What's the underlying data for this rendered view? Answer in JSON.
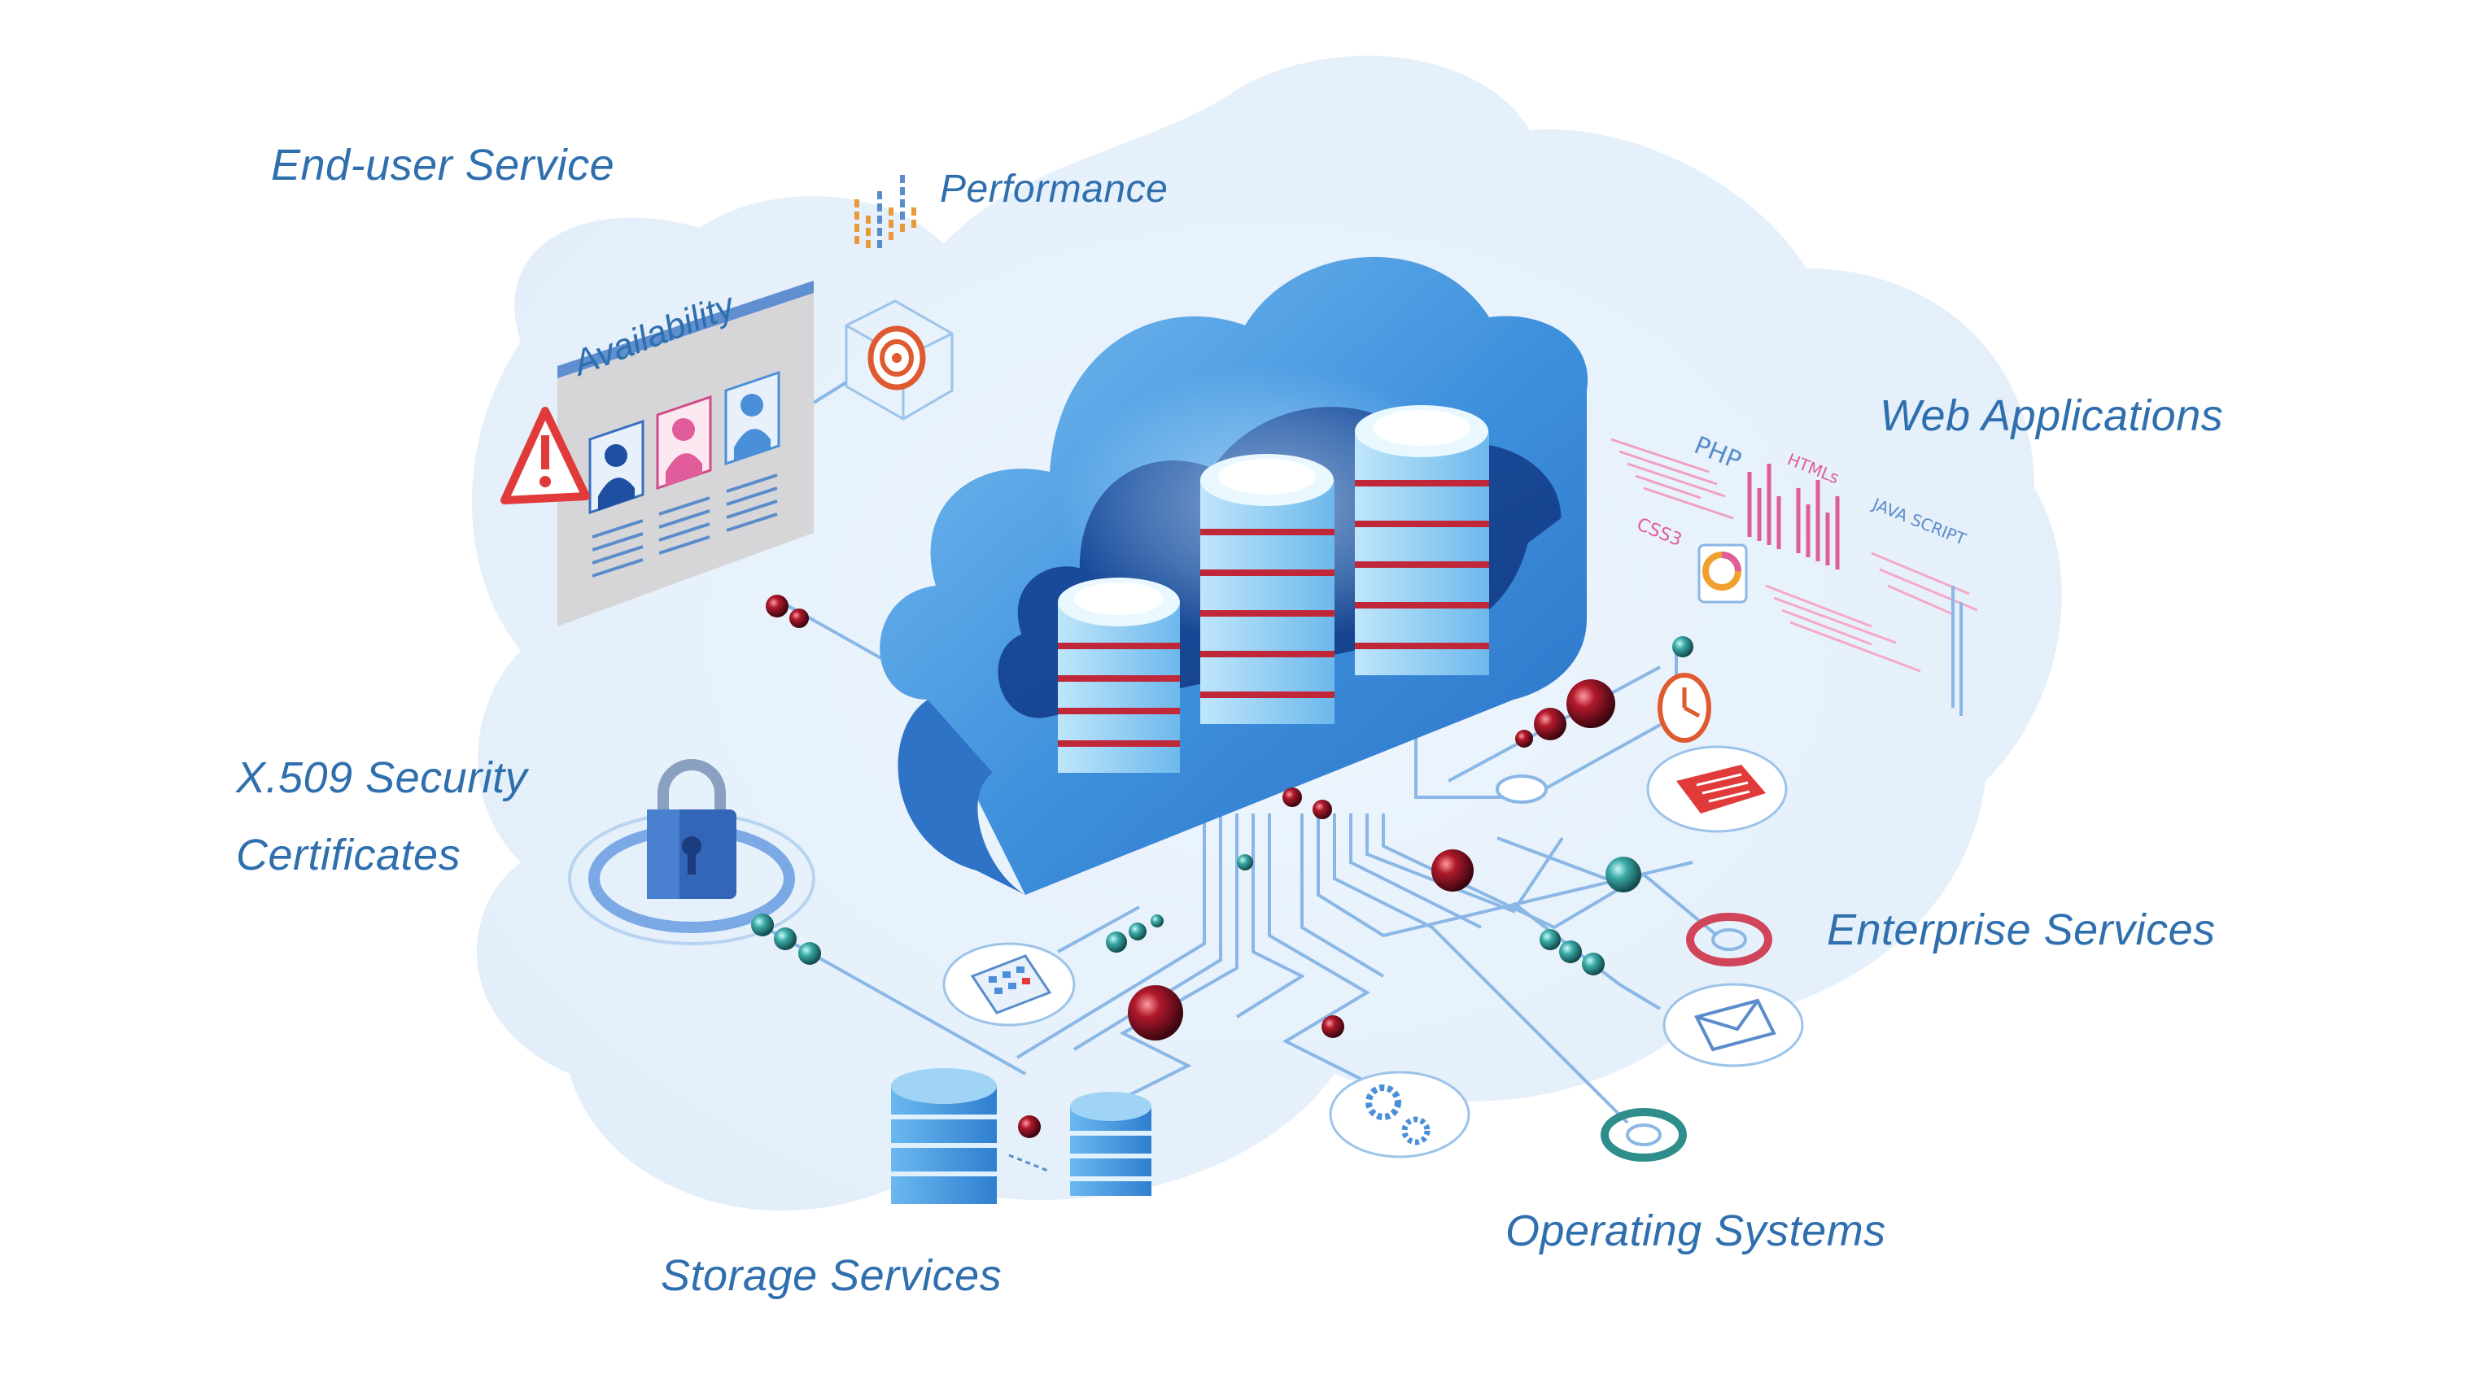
{
  "labels": {
    "end_user_service": "End-user Service",
    "performance": "Performance",
    "availability": "Availability",
    "web_applications": "Web Applications",
    "x509_line1": "X.509 Security",
    "x509_line2": "Certificates",
    "enterprise_services": "Enterprise Services",
    "storage_services": "Storage Services",
    "operating_systems": "Operating Systems"
  },
  "web_app_tags": {
    "php": "PHP",
    "htmls": "HTMLs",
    "java_script": "JAVA SCRIPT",
    "css3": "CSS3"
  },
  "colors": {
    "label_text": "#2f6fae",
    "background_cloud": "#e6f1fb",
    "cloud_blue": "#3a8fd9",
    "cloud_dark": "#1f5fb0",
    "server_red": "#c0283a",
    "node_dark_red": "#7a1020",
    "node_teal": "#2fa3a0",
    "line_blue": "#8ab7e6",
    "warning_red": "#e03a3a",
    "pink": "#e05c9a"
  }
}
